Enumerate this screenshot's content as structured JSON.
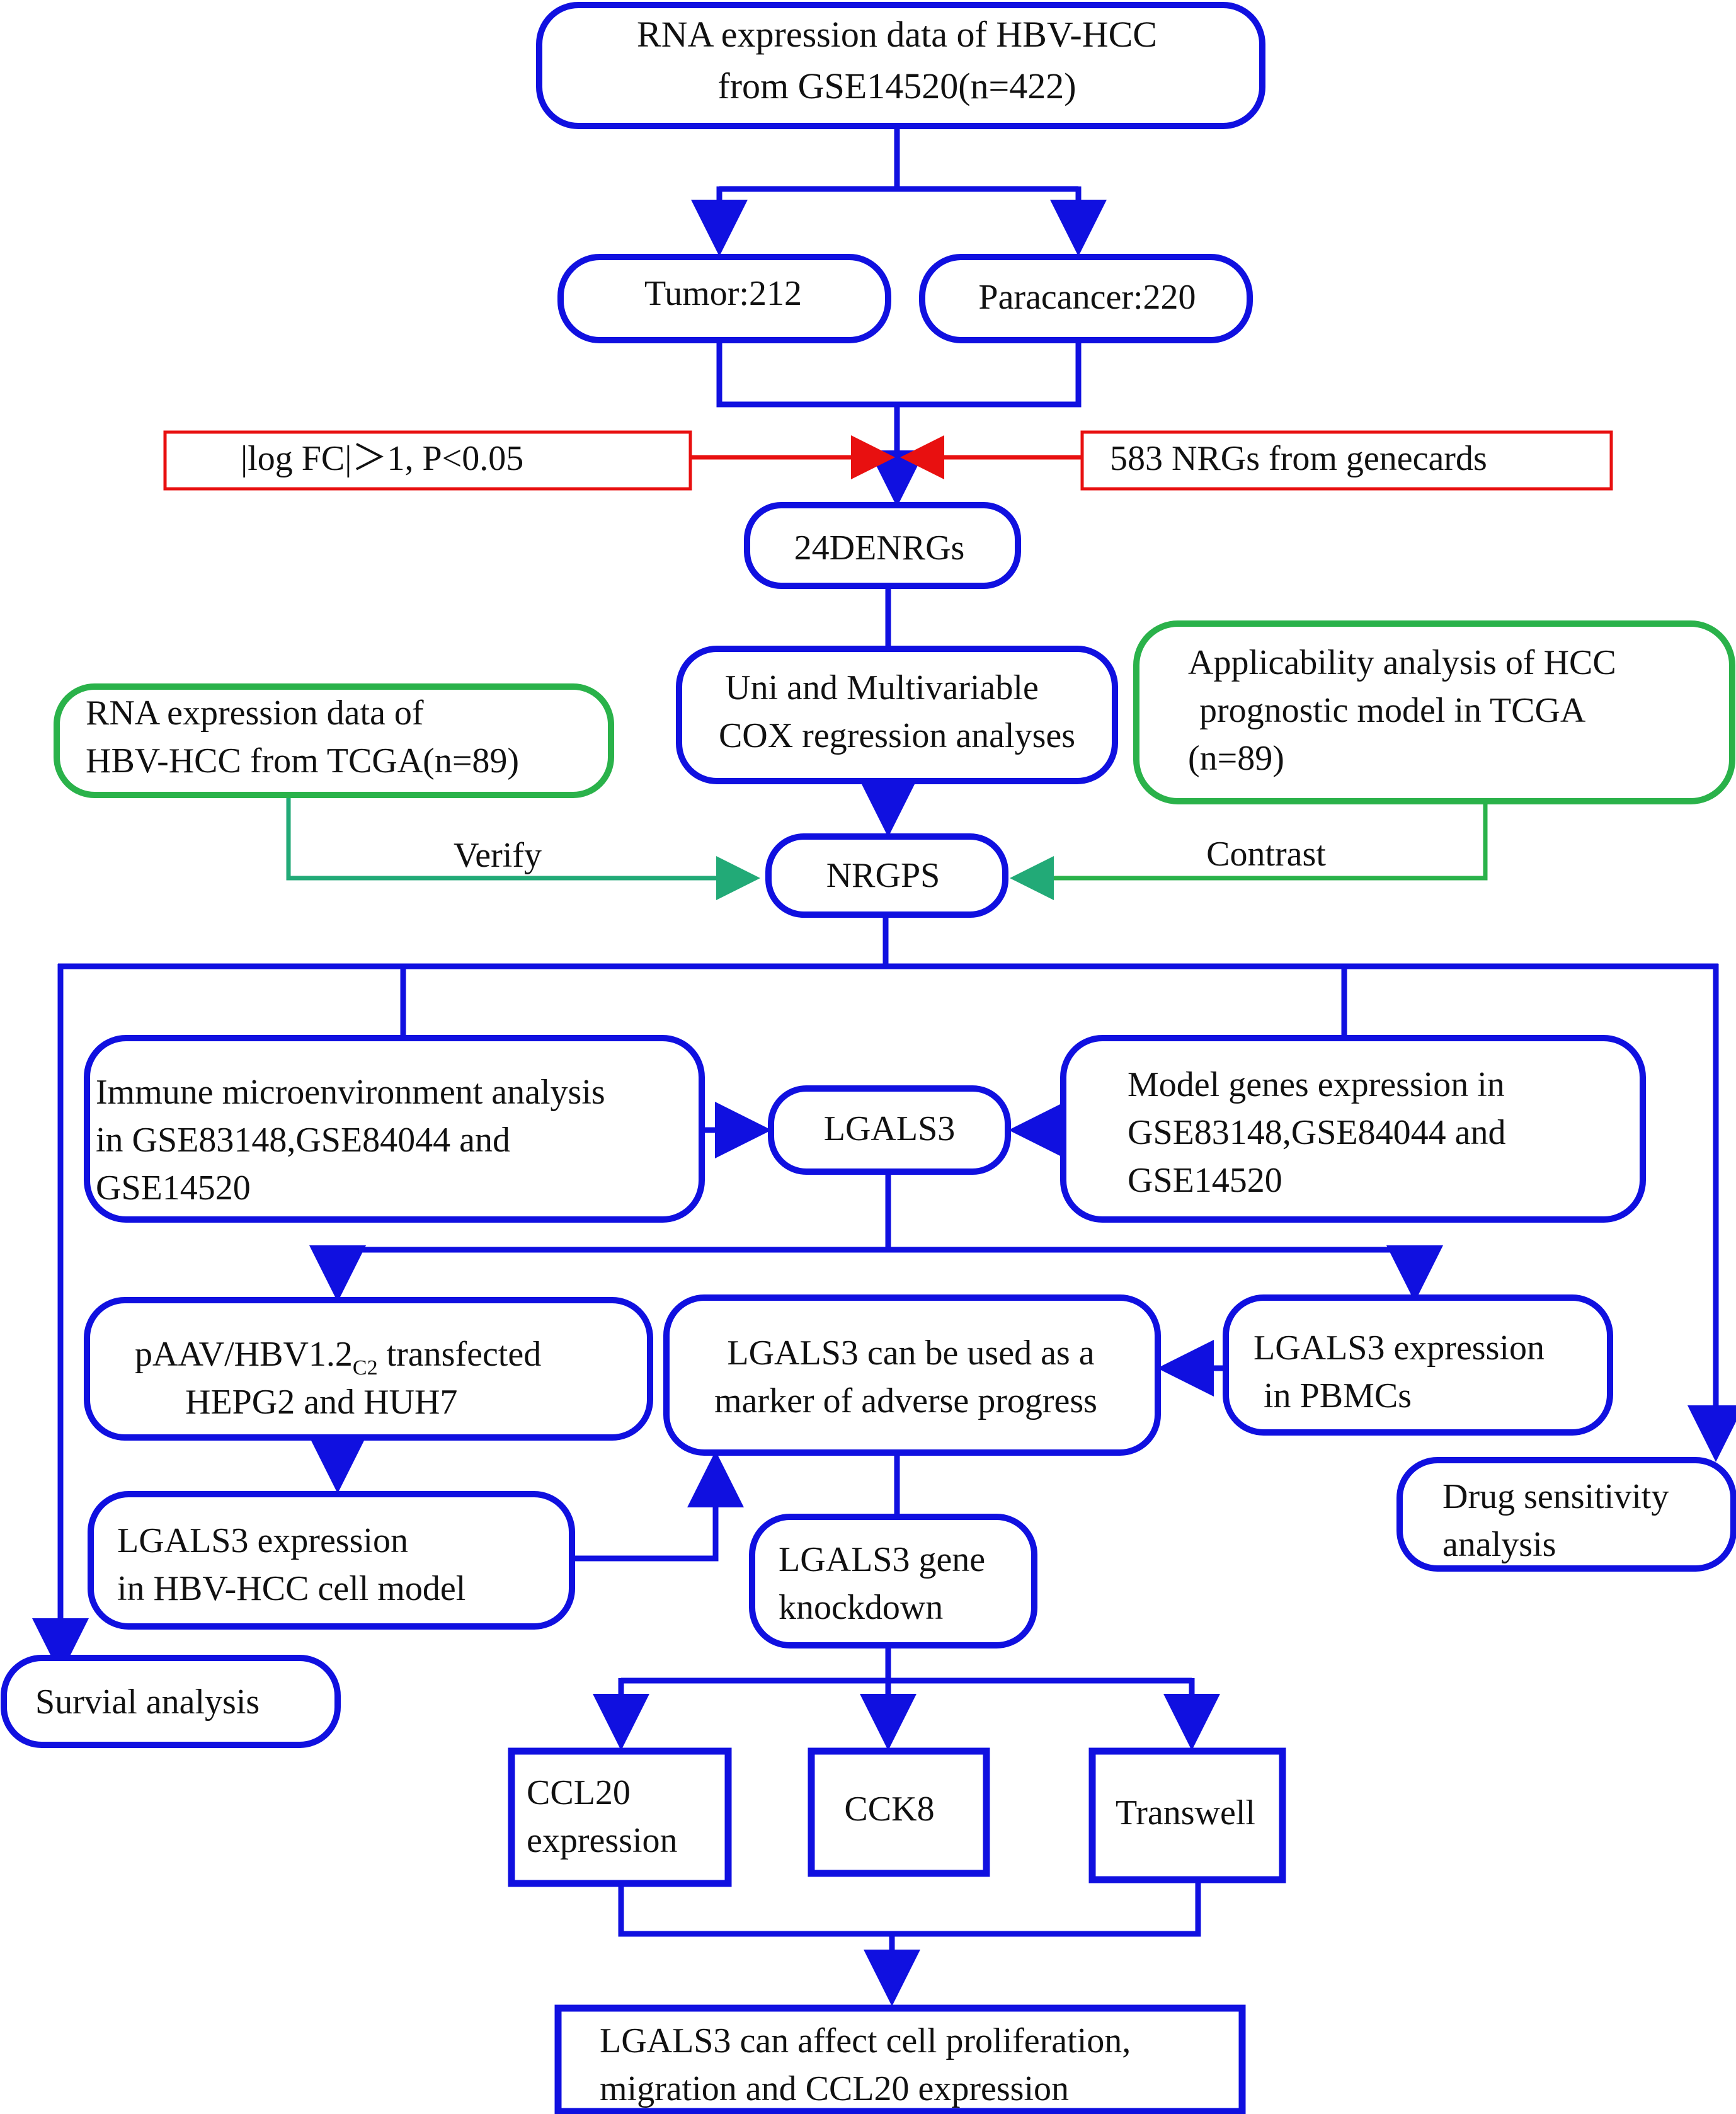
{
  "colors": {
    "blue": "#1010e0",
    "red": "#e81010",
    "green": "#2ab24a",
    "teal": "#22aa77",
    "text": "#111111"
  },
  "nodes": {
    "rna_geo": [
      "RNA expression data of HBV-HCC",
      "from GSE14520(n=422)"
    ],
    "tumor": "Tumor:212",
    "paracancer": "Paracancer:220",
    "logfc": "|log FC|＞1, P<0.05",
    "nrgs": "583 NRGs from genecards",
    "denrgs": "24DENRGs",
    "cox": [
      "Uni and Multivariable",
      "COX regression analyses"
    ],
    "rna_tcga": [
      "RNA expression data of",
      "HBV-HCC from TCGA(n=89)"
    ],
    "applicability": [
      "Applicability analysis of HCC",
      "prognostic model in TCGA",
      "(n=89)"
    ],
    "verify": "Verify",
    "contrast": "Contrast",
    "nrgps": "NRGPS",
    "immune": [
      "Immune microenvironment analysis",
      "in GSE83148,GSE84044 and",
      "GSE14520"
    ],
    "lgals3": "LGALS3",
    "model_genes": [
      "Model genes expression in",
      "GSE83148,GSE84044 and",
      "GSE14520"
    ],
    "paav_pre": "pAAV/HBV1.2",
    "paav_sub": "C2",
    "paav_post": " transfected",
    "paav_line2": "HEPG2 and HUH7",
    "marker": [
      "LGALS3  can be used as a",
      "marker of adverse progress"
    ],
    "pbmc": [
      "LGALS3 expression",
      "in PBMCs"
    ],
    "cell_model": [
      "LGALS3 expression",
      "in HBV-HCC cell model"
    ],
    "knockdown": [
      "LGALS3 gene",
      "knockdown"
    ],
    "drug": [
      "Drug sensitivity",
      "analysis"
    ],
    "survival": "Survial analysis",
    "ccl20": [
      "CCL20",
      "expression"
    ],
    "cck8": "CCK8",
    "transwell": "Transwell",
    "final": [
      "LGALS3 can affect cell proliferation,",
      "migration and CCL20 expression"
    ]
  }
}
